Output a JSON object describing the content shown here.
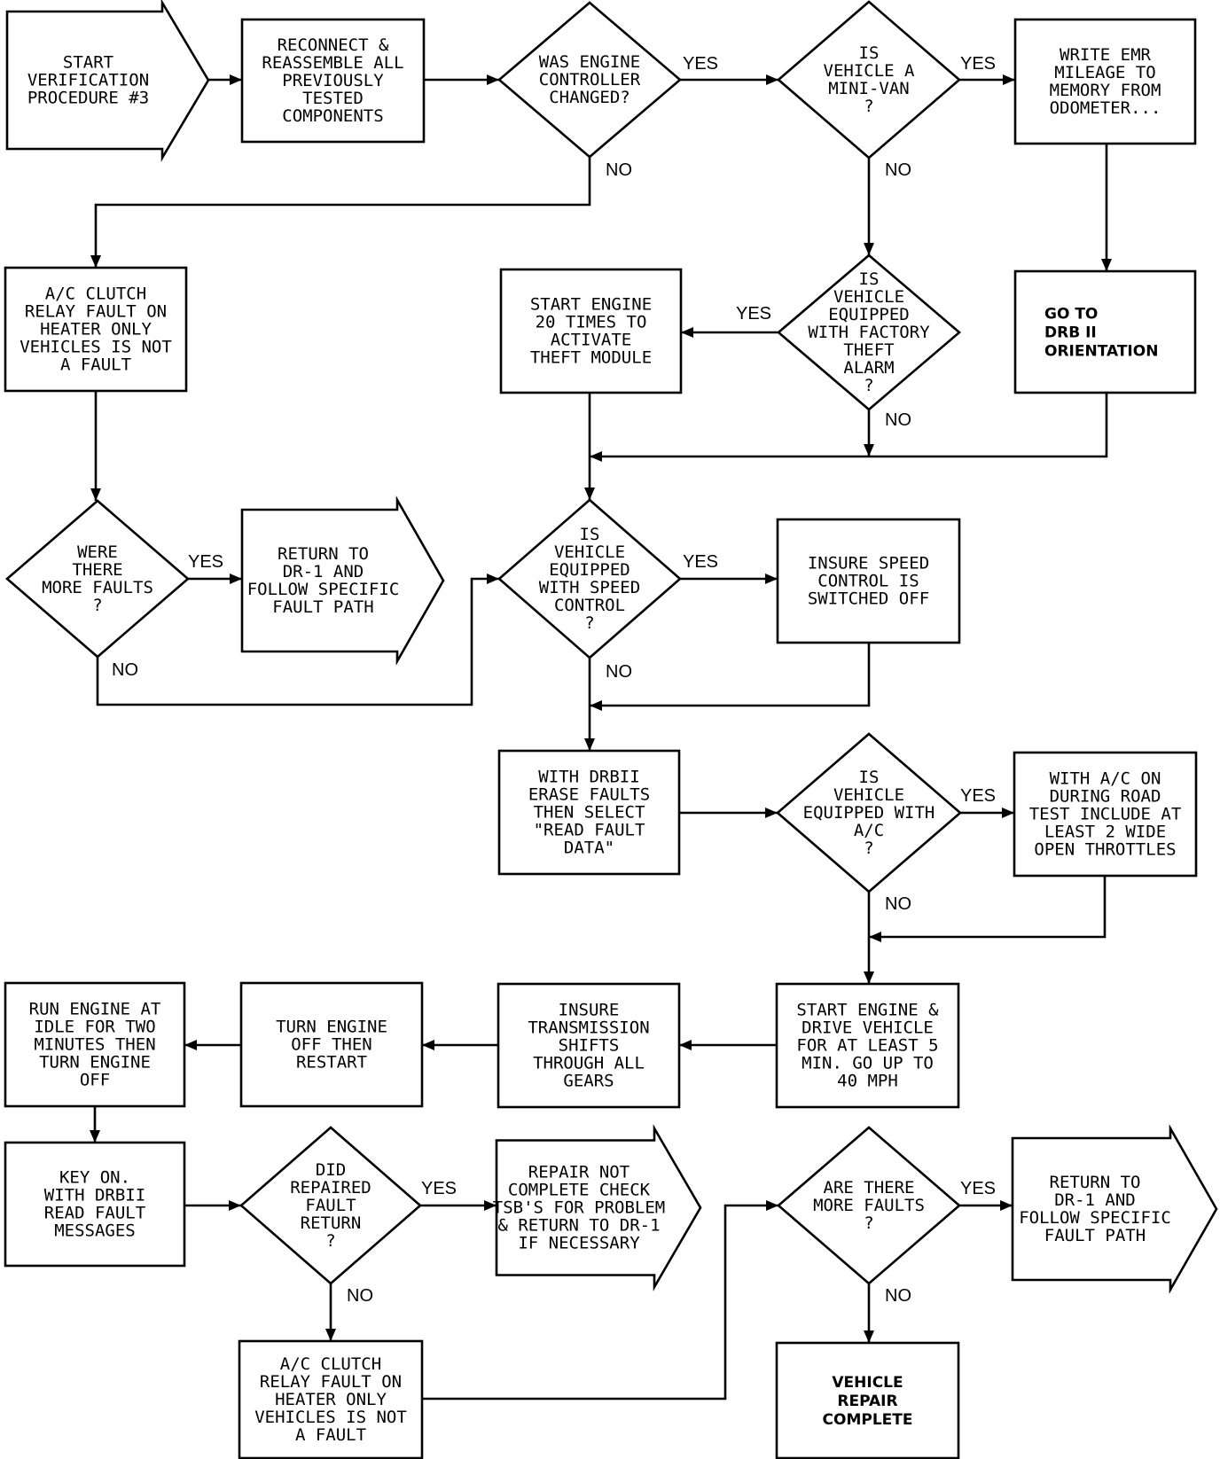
{
  "nodes": {
    "start": "START\nVERIFICATION\nPROCEDURE #3",
    "reconnect": "RECONNECT &\nREASSEMBLE ALL\nPREVIOUSLY\nTESTED\nCOMPONENTS",
    "engine_ctrl_changed": "WAS ENGINE\nCONTROLLER\nCHANGED?",
    "is_minivan": "IS\nVEHICLE A\nMINI-VAN\n?",
    "write_emr": "WRITE EMR\nMILEAGE TO\nMEMORY FROM\nODOMETER...",
    "ac_clutch_1": "A/C CLUTCH\nRELAY FAULT ON\nHEATER ONLY\nVEHICLES IS NOT\nA FAULT",
    "start_engine_20": "START ENGINE\n20 TIMES TO\nACTIVATE\nTHEFT MODULE",
    "theft_alarm": "IS\nVEHICLE\nEQUIPPED\nWITH FACTORY\nTHEFT\nALARM\n?",
    "go_to_drb": "GO TO\nDRB II\nORIENTATION",
    "more_faults_1": "WERE\nTHERE\nMORE FAULTS\n?",
    "return_dr1_1": "RETURN TO\nDR-1 AND\nFOLLOW SPECIFIC\nFAULT PATH",
    "speed_control": "IS\nVEHICLE\nEQUIPPED\nWITH SPEED\nCONTROL\n?",
    "insure_speed": "INSURE SPEED\nCONTROL IS\nSWITCHED OFF",
    "erase_faults": "WITH DRBII\nERASE FAULTS\nTHEN SELECT\n\"READ FAULT\nDATA\"",
    "equipped_ac": "IS\nVEHICLE\nEQUIPPED WITH\nA/C\n?",
    "ac_road_test": "WITH A/C ON\nDURING ROAD\nTEST INCLUDE AT\nLEAST 2 WIDE\nOPEN THROTTLES",
    "run_engine_idle": "RUN ENGINE AT\nIDLE FOR TWO\nMINUTES THEN\nTURN ENGINE\nOFF",
    "turn_engine_off": "TURN ENGINE\nOFF THEN\nRESTART",
    "insure_trans": "INSURE\nTRANSMISSION\nSHIFTS\nTHROUGH ALL\nGEARS",
    "start_drive": "START ENGINE &\nDRIVE VEHICLE\nFOR AT LEAST 5\nMIN. GO UP TO\n40 MPH",
    "key_on": "KEY ON.\nWITH DRBII\nREAD FAULT\nMESSAGES",
    "did_fault_return": "DID\nREPAIRED\nFAULT\nRETURN\n?",
    "repair_not_complete": "REPAIR NOT\nCOMPLETE CHECK\nTSB'S FOR PROBLEM\n& RETURN TO DR-1\nIF NECESSARY",
    "more_faults_2": "ARE THERE\nMORE FAULTS\n?",
    "return_dr1_2": "RETURN TO\nDR-1 AND\nFOLLOW SPECIFIC\nFAULT PATH",
    "ac_clutch_2": "A/C CLUTCH\nRELAY FAULT ON\nHEATER ONLY\nVEHICLES IS NOT\nA FAULT",
    "vehicle_repair_complete": "VEHICLE\nREPAIR\nCOMPLETE"
  },
  "edge_labels": {
    "yes": "YES",
    "no": "NO"
  }
}
